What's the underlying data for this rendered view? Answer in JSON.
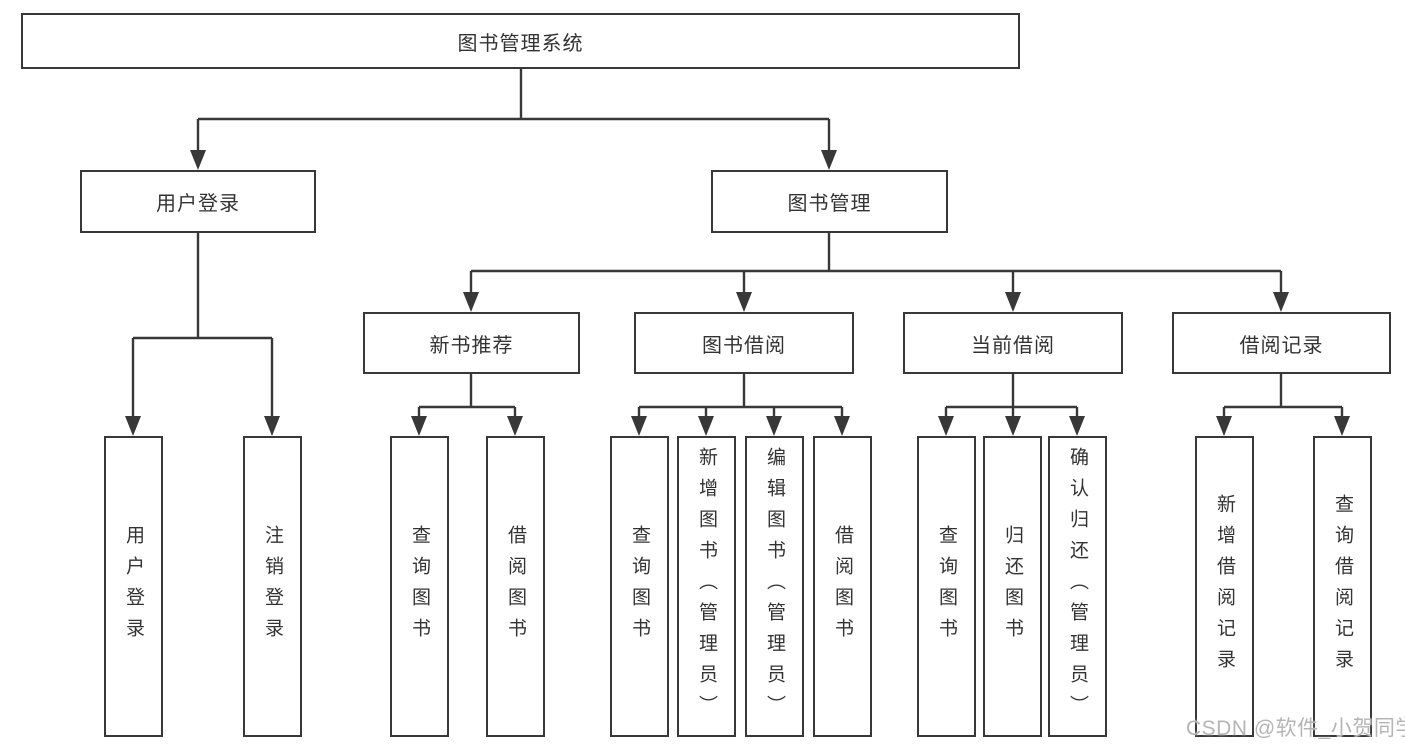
{
  "colors": {
    "line": "#383838",
    "text": "#333333",
    "watermark": "#b5b5b5",
    "box_bg": "#ffffff"
  },
  "tree": {
    "root": "图书管理系统",
    "branches": [
      {
        "label": "用户登录",
        "children": [
          "用户登录",
          "注销登录"
        ]
      },
      {
        "label": "图书管理",
        "modules": [
          {
            "label": "新书推荐",
            "children": [
              "查询图书",
              "借阅图书"
            ]
          },
          {
            "label": "图书借阅",
            "children": [
              "查询图书",
              "新增图书（管理员）",
              "编辑图书（管理员）",
              "借阅图书"
            ]
          },
          {
            "label": "当前借阅",
            "children": [
              "查询图书",
              "归还图书",
              "确认归还（管理员）"
            ]
          },
          {
            "label": "借阅记录",
            "children": [
              "新增借阅记录",
              "查询借阅记录"
            ]
          }
        ]
      }
    ]
  },
  "watermark": "CSDN @软件_小贺同学"
}
